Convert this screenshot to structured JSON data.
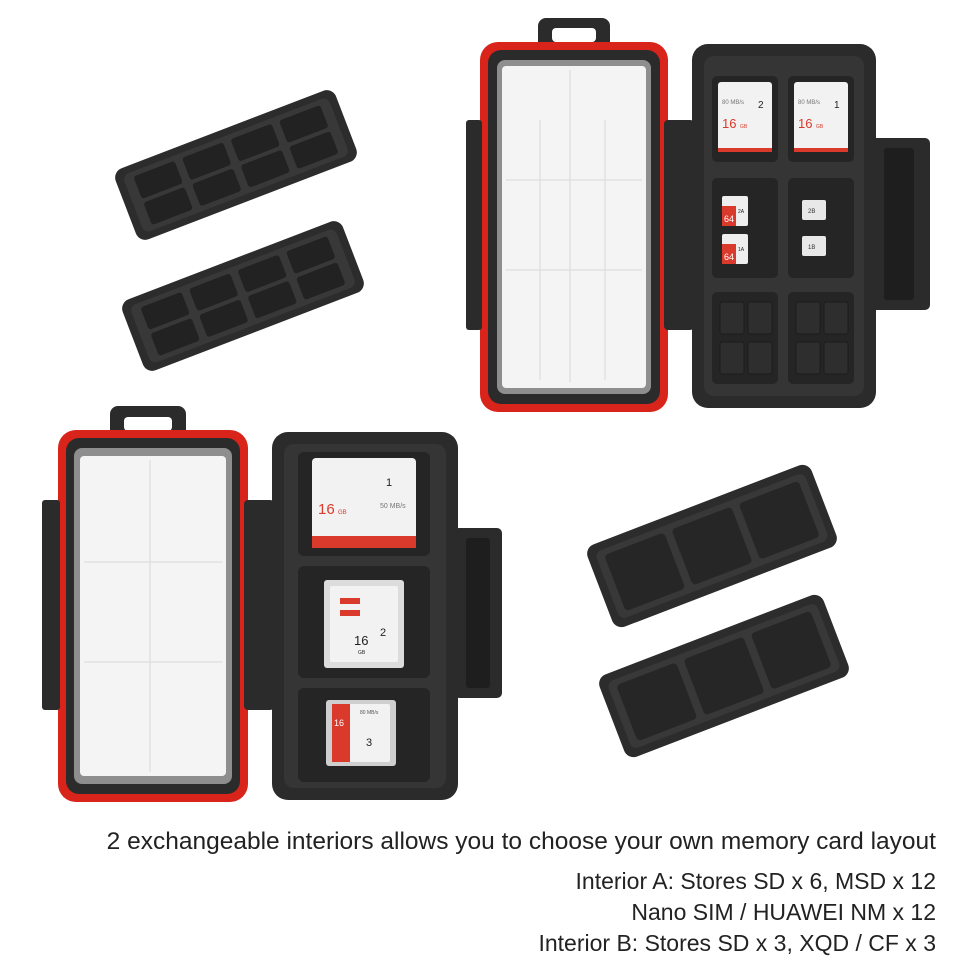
{
  "caption": {
    "headline": "2 exchangeable interiors allows you to choose your own memory card layout",
    "interior_a_line1": "Interior A: Stores SD x 6, MSD x 12",
    "interior_a_line2": "Nano SIM / HUAWEI NM x 12",
    "interior_b_line": "Interior B: Stores SD x 3, XQD / CF x 3"
  },
  "cards": {
    "sd_capacity": "16",
    "sd_unit": "GB",
    "sd_speed": "80 MB/s",
    "sd_speed_b": "50 MB/s",
    "slot_1": "1",
    "slot_2": "2",
    "slot_3": "3",
    "msd_capacity": "64",
    "msd_1a": "1A",
    "msd_2a": "2A",
    "sim_1b": "1B",
    "sim_2b": "2B"
  },
  "colors": {
    "case_black": "#2b2b2b",
    "tray_gray": "#3a3a3a",
    "seal_red": "#d9241b",
    "card_red": "#d93a2b",
    "card_white": "#f2f2f2"
  }
}
